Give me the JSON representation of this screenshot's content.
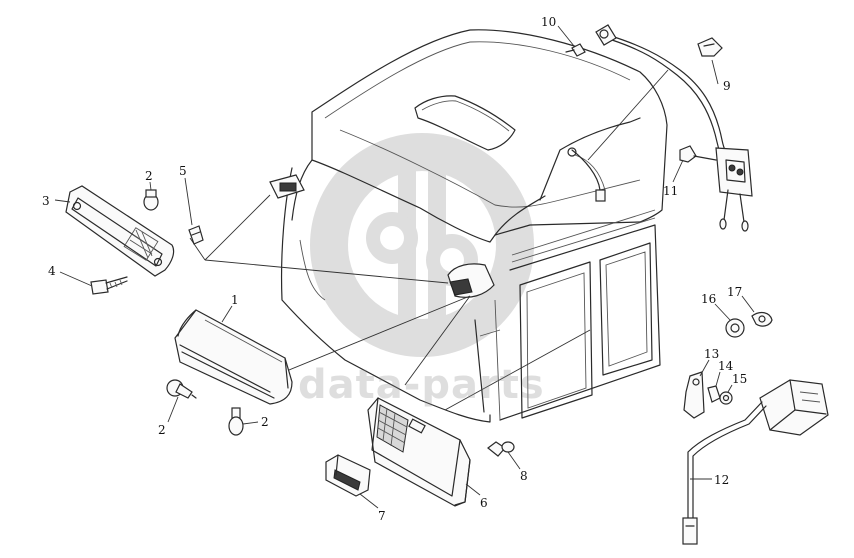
{
  "watermark": {
    "text": "data-parts",
    "color": "#8a8a8a"
  },
  "callouts": {
    "c1": "1",
    "c2a": "2",
    "c2b": "2",
    "c2c": "2",
    "c3": "3",
    "c4": "4",
    "c5": "5",
    "c6": "6",
    "c7": "7",
    "c8": "8",
    "c9": "9",
    "c10": "10",
    "c11": "11",
    "c12": "12",
    "c13": "13",
    "c14": "14",
    "c15": "15",
    "c16": "16",
    "c17": "17"
  }
}
